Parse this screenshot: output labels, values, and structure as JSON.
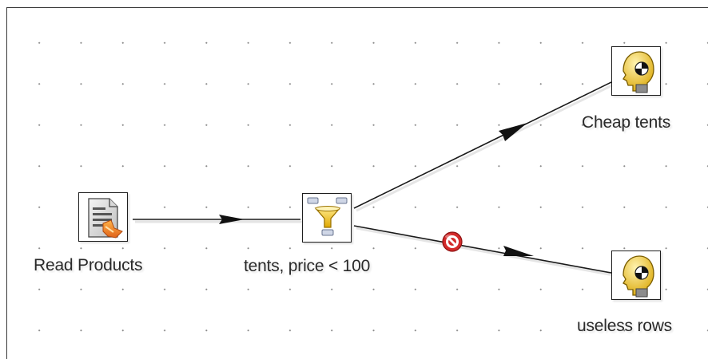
{
  "canvas": {
    "steps": [
      {
        "id": "read-products",
        "name": "Read Products",
        "icon": "text-file-input-icon"
      },
      {
        "id": "filter",
        "name": "tents, price < 100",
        "icon": "filter-rows-icon"
      },
      {
        "id": "cheap-tents",
        "name": "Cheap tents",
        "icon": "dummy-step-icon"
      },
      {
        "id": "useless-rows",
        "name": "useless rows",
        "icon": "dummy-step-icon"
      }
    ],
    "hops": [
      {
        "from": "Read Products",
        "to": "tents, price < 100"
      },
      {
        "from": "tents, price < 100",
        "to": "Cheap tents"
      },
      {
        "from": "tents, price < 100",
        "to": "useless rows",
        "icon": "error-hop-icon"
      }
    ]
  }
}
